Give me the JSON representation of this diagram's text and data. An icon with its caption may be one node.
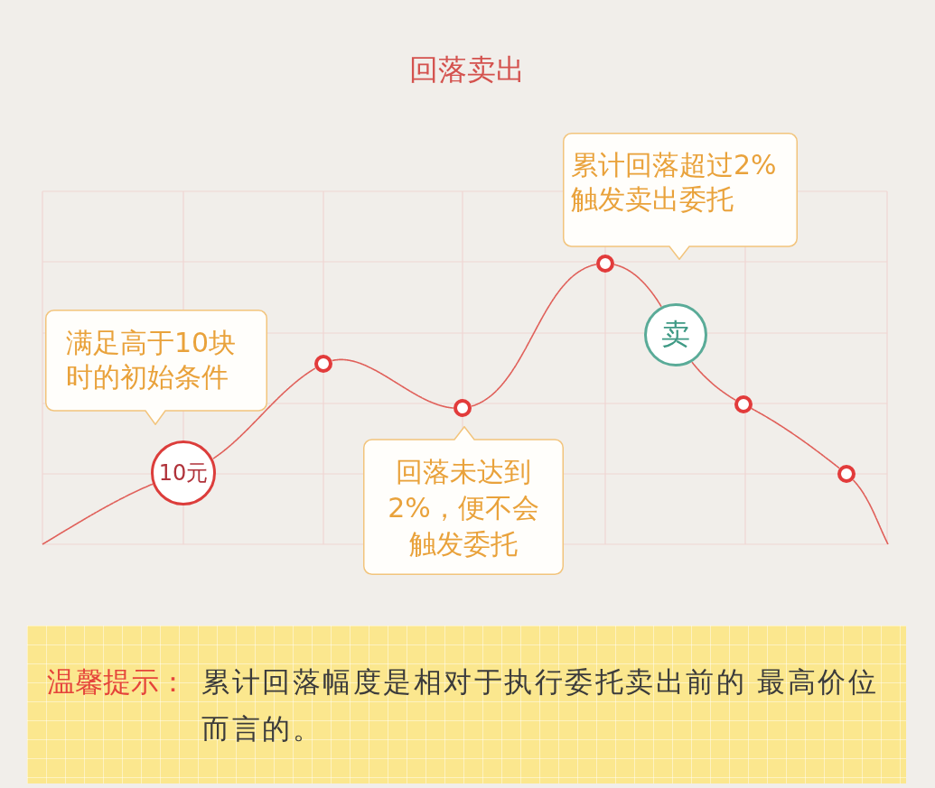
{
  "diagram": {
    "title": "回落卖出",
    "nodes": [
      {
        "text": [
          "满足高于10块时的初始条件"
        ]
      },
      {
        "text": [
          "10元"
        ]
      },
      {
        "text": [],
        "shape": "circle"
      },
      {
        "text": [],
        "shape": "circle"
      },
      {
        "text": [
          "回落未达到2%，便不会触发委托"
        ]
      },
      {
        "text": [],
        "shape": "circle"
      },
      {
        "text": [
          "累计回落超过2%触发卖出委托"
        ]
      },
      {
        "text": [
          "卖"
        ]
      },
      {
        "text": [],
        "shape": "circle"
      },
      {
        "text": [],
        "shape": "circle"
      },
      {
        "text": [
          "温馨提示：",
          "累计回落幅度是相对于执行委托卖出前的 最高价位而言的。"
        ]
      }
    ],
    "edges": [
      {
        "from": null,
        "to": 1,
        "arrow": "none"
      },
      {
        "from": 1,
        "to": 2,
        "arrow": "none"
      },
      {
        "from": 2,
        "to": 3,
        "arrow": "none"
      },
      {
        "from": 3,
        "to": 5,
        "arrow": "none"
      },
      {
        "from": 5,
        "to": 7,
        "arrow": "none"
      },
      {
        "from": 7,
        "to": 8,
        "arrow": "none"
      },
      {
        "from": 8,
        "to": 9,
        "arrow": "none"
      },
      {
        "from": 9,
        "to": null,
        "arrow": "none"
      }
    ]
  }
}
